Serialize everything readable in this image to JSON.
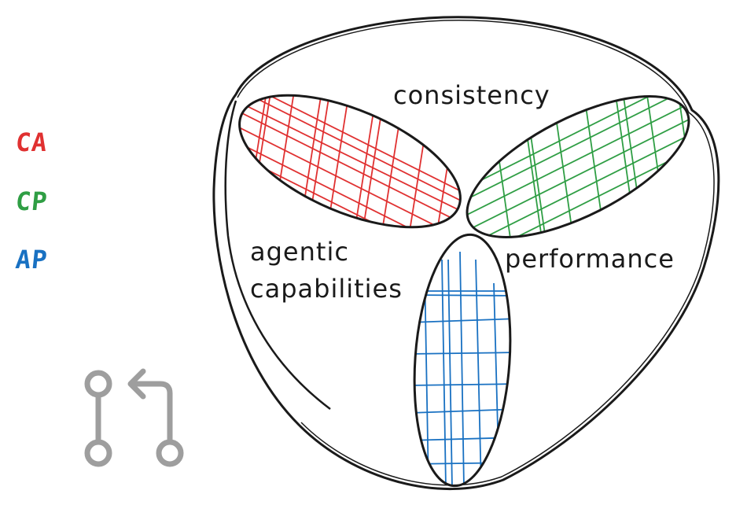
{
  "legend": [
    {
      "label": "CA",
      "color": "#e03131"
    },
    {
      "label": "CP",
      "color": "#2f9e44"
    },
    {
      "label": "AP",
      "color": "#1971c2"
    }
  ],
  "regions": {
    "consistency": "consistency",
    "agentic_line1": "agentic",
    "agentic_line2": "capabilities",
    "performance": "performance"
  },
  "colors": {
    "outline": "#1a1a1a",
    "icon": "#9e9e9e",
    "ca": "#e03131",
    "cp": "#2f9e44",
    "ap": "#1971c2"
  },
  "icon": "pull-request-icon"
}
